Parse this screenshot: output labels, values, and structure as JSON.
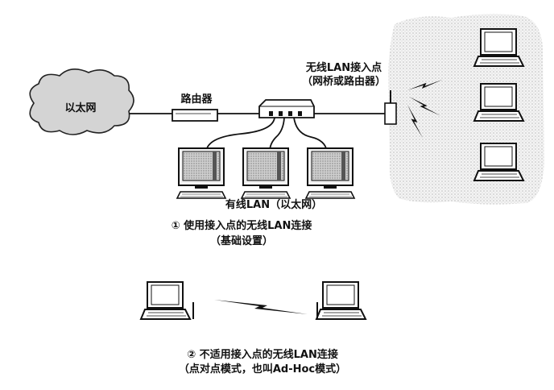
{
  "nodes": {
    "ethernet": "以太网",
    "router": "路由器",
    "access_point_line1": "无线LAN接入点",
    "access_point_line2": "（网桥或路由器）",
    "wired_lan": "有线LAN（以太网）"
  },
  "captions": {
    "mode1_line1": "① 使用接入点的无线LAN连接",
    "mode1_line2": "（基础设置）",
    "mode2_line1": "② 不适用接入点的无线LAN连接",
    "mode2_line2": "（点对点模式，也叫Ad-Hoc模式）"
  }
}
